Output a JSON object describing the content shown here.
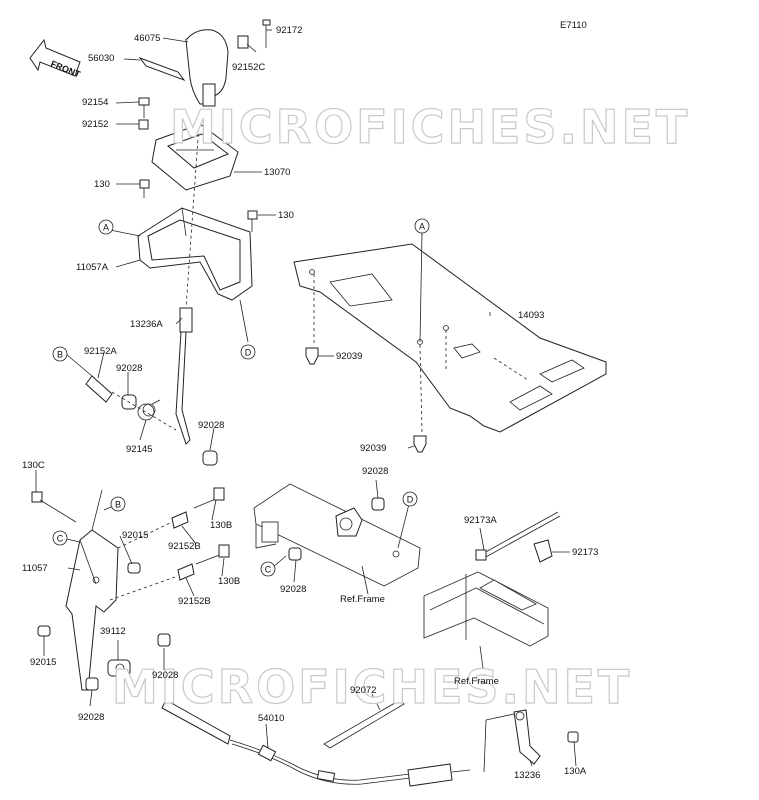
{
  "diagram_code": "E7110",
  "watermark": "MICROFICHES.NET",
  "front_label": "FRONT",
  "ref_frame_label": "Ref.Frame",
  "callouts": [
    "A",
    "B",
    "C",
    "D"
  ],
  "labels": {
    "p46075": "46075",
    "p92172": "92172",
    "p56030": "56030",
    "p92152C": "92152C",
    "p92154": "92154",
    "p92152": "92152",
    "p13070": "13070",
    "p130a": "130",
    "p130b": "130",
    "p11057A": "11057A",
    "p13236A": "13236A",
    "p92152A": "92152A",
    "p92028a": "92028",
    "p92145": "92145",
    "p92028b": "92028",
    "p14093": "14093",
    "p92039a": "92039",
    "p92039b": "92039",
    "p130C": "130C",
    "p92015a": "92015",
    "p92152B1": "92152B",
    "p130B1": "130B",
    "p130B2": "130B",
    "p92152B2": "92152B",
    "p11057": "11057",
    "p92015b": "92015",
    "p39112": "39112",
    "p92028c": "92028",
    "p92028d": "92028",
    "p92028e": "92028",
    "p92028f": "92028",
    "p92173A": "92173A",
    "p92173": "92173",
    "p92072": "92072",
    "p54010": "54010",
    "p13236": "13236",
    "p130A": "130A"
  }
}
